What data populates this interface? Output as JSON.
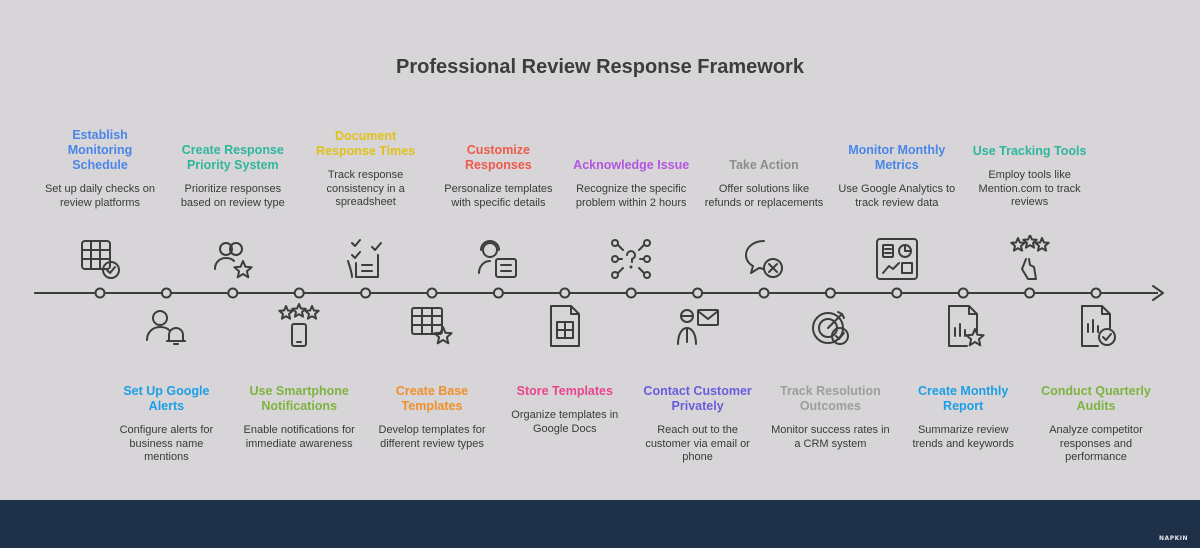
{
  "title": "Professional Review Response Framework",
  "brand": "NAPKIN",
  "colors": {
    "canvas": "#d7d5d8",
    "footer": "#1f3049",
    "line": "#3d3d3d",
    "icon": "#3d3d3d"
  },
  "steps": [
    {
      "title": "Establish Monitoring Schedule",
      "desc": "Set up daily checks on review platforms",
      "color": "#4a86e8",
      "icon": "calendar-check-icon"
    },
    {
      "title": "Set Up Google Alerts",
      "desc": "Configure alerts for business name mentions",
      "color": "#1d9ee6",
      "icon": "user-alert-icon"
    },
    {
      "title": "Create Response Priority System",
      "desc": "Prioritize responses based on review type",
      "color": "#2fb69c",
      "icon": "user-star-icon"
    },
    {
      "title": "Use Smartphone Notifications",
      "desc": "Enable notifications for immediate awareness",
      "color": "#7fb33f",
      "icon": "phone-stars-icon"
    },
    {
      "title": "Document Response Times",
      "desc": "Track response consistency in a spreadsheet",
      "color": "#e0c21a",
      "icon": "checklist-icon"
    },
    {
      "title": "Create Base Templates",
      "desc": "Develop templates for different review types",
      "color": "#f0902a",
      "icon": "table-star-icon"
    },
    {
      "title": "Customize Responses",
      "desc": "Personalize templates with specific details",
      "color": "#ef5a4a",
      "icon": "support-doc-icon"
    },
    {
      "title": "Store Templates",
      "desc": "Organize templates in Google Docs",
      "color": "#e9458c",
      "icon": "spreadsheet-icon"
    },
    {
      "title": "Acknowledge Issue",
      "desc": "Recognize the specific problem within 2 hours",
      "color": "#b455e0",
      "icon": "question-network-icon"
    },
    {
      "title": "Contact Customer Privately",
      "desc": "Reach out to the customer via email or phone",
      "color": "#6a5ddc",
      "icon": "person-mail-icon"
    },
    {
      "title": "Take Action",
      "desc": "Offer solutions like refunds or replacements",
      "color": "#8d8d8d",
      "icon": "chat-x-icon"
    },
    {
      "title": "Track Resolution Outcomes",
      "desc": "Monitor success rates in a CRM system",
      "color": "#9e9e9e",
      "icon": "target-check-icon"
    },
    {
      "title": "Monitor Monthly Metrics",
      "desc": "Use Google Analytics to track review data",
      "color": "#4a86e8",
      "icon": "dashboard-icon"
    },
    {
      "title": "Create Monthly Report",
      "desc": "Summarize review trends and keywords",
      "color": "#1d9ee6",
      "icon": "report-star-icon"
    },
    {
      "title": "Use Tracking Tools",
      "desc": "Employ tools like Mention.com to track reviews",
      "color": "#2fb69c",
      "icon": "stars-hand-icon"
    },
    {
      "title": "Conduct Quarterly Audits",
      "desc": "Analyze competitor responses and performance",
      "color": "#7fb33f",
      "icon": "doc-chart-check-icon"
    }
  ]
}
